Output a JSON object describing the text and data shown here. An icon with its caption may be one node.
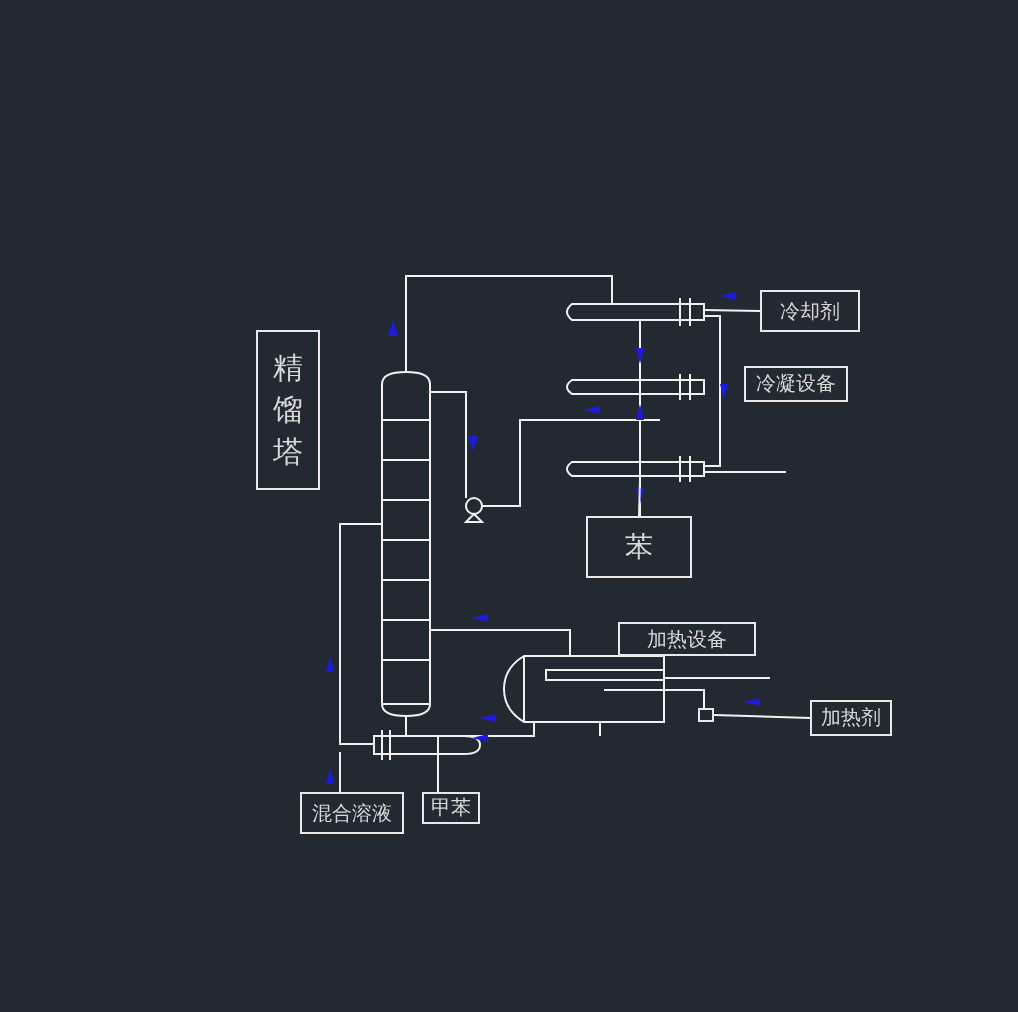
{
  "diagram": {
    "nodes": [
      {
        "text": [
          "精馏塔"
        ]
      },
      {
        "text": [
          "冷却剂"
        ]
      },
      {
        "text": [
          "冷凝设备"
        ]
      },
      {
        "text": [
          "苯"
        ]
      },
      {
        "text": [
          "加热设备"
        ]
      },
      {
        "text": [
          "加热剂"
        ]
      },
      {
        "text": [
          "混合溶液"
        ]
      },
      {
        "text": [
          "甲苯"
        ]
      },
      {
        "text": [],
        "shape": "box"
      }
    ],
    "edges": [
      {
        "from": 1,
        "to": null,
        "arrow": "none"
      },
      {
        "from": null,
        "to": 3,
        "arrow": "none"
      },
      {
        "from": 5,
        "to": 8,
        "arrow": "none"
      },
      {
        "from": 6,
        "to": null,
        "arrow": "none"
      },
      {
        "from": 7,
        "to": null,
        "arrow": "none"
      }
    ]
  }
}
